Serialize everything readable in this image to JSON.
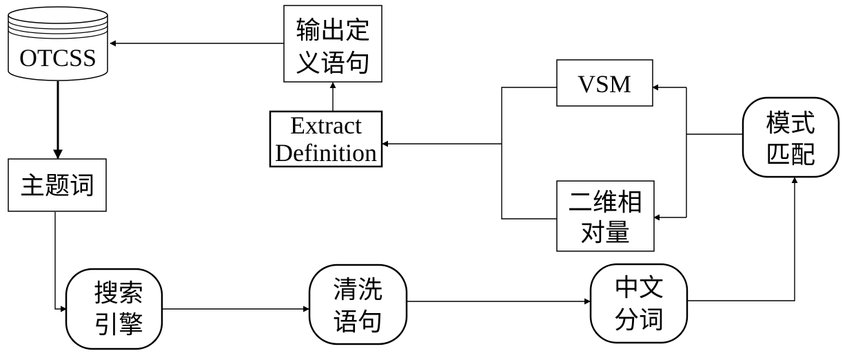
{
  "nodes": {
    "otcss": {
      "lines": [
        "OTCSS"
      ]
    },
    "output_def": {
      "lines": [
        "输出定",
        "义语句"
      ]
    },
    "vsm": {
      "lines": [
        "VSM"
      ]
    },
    "extract_def": {
      "lines": [
        "Extract",
        "Definition"
      ]
    },
    "pattern_match": {
      "lines": [
        "模式",
        "匹配"
      ]
    },
    "keyword": {
      "lines": [
        "主题词"
      ]
    },
    "relative_2d": {
      "lines": [
        "二维相",
        "对量"
      ]
    },
    "search_engine": {
      "lines": [
        "搜索",
        "引擎"
      ]
    },
    "clean_sentence": {
      "lines": [
        "清洗",
        "语句"
      ]
    },
    "cn_segment": {
      "lines": [
        "中文",
        "分词"
      ]
    }
  }
}
